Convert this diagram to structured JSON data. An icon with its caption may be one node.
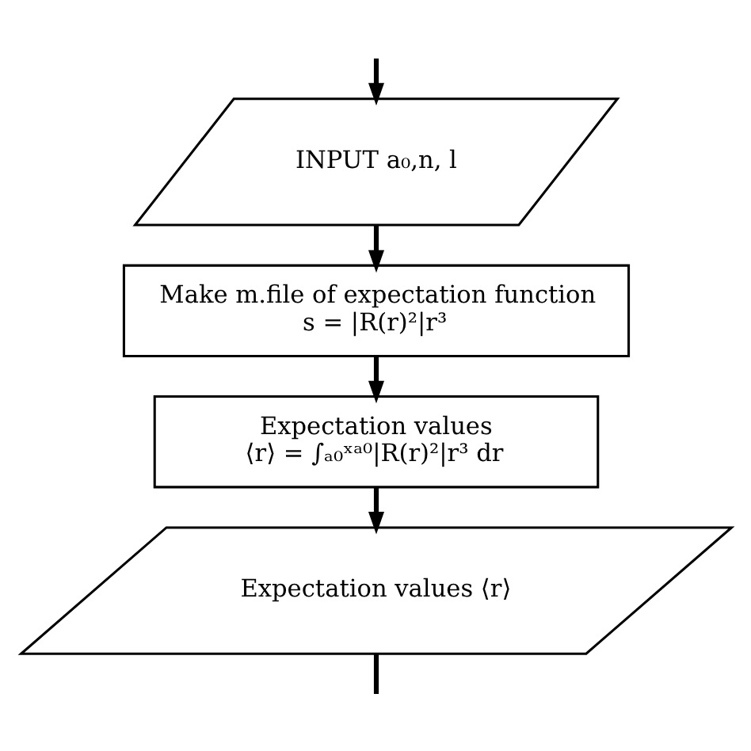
{
  "diagram": {
    "nodes": [
      {
        "text": [
          "INPUT a₀,n, l"
        ]
      },
      {
        "text": [
          "Make m.file of expectation function",
          "s = |R(r)²|r³"
        ]
      },
      {
        "text": [
          "Expectation values",
          "⟨r⟩ = ∫ₐ₀ˣᵃ⁰|R(r)²|r³ dr"
        ]
      },
      {
        "text": [
          "Expectation values ⟨r⟩"
        ]
      }
    ],
    "edges": [
      {
        "from": null,
        "to": 0,
        "arrow": "to"
      },
      {
        "from": 0,
        "to": 1,
        "arrow": "to"
      },
      {
        "from": 1,
        "to": 2,
        "arrow": "to"
      },
      {
        "from": 2,
        "to": 3,
        "arrow": "to"
      },
      {
        "from": 3,
        "to": null,
        "arrow": "none"
      }
    ]
  }
}
